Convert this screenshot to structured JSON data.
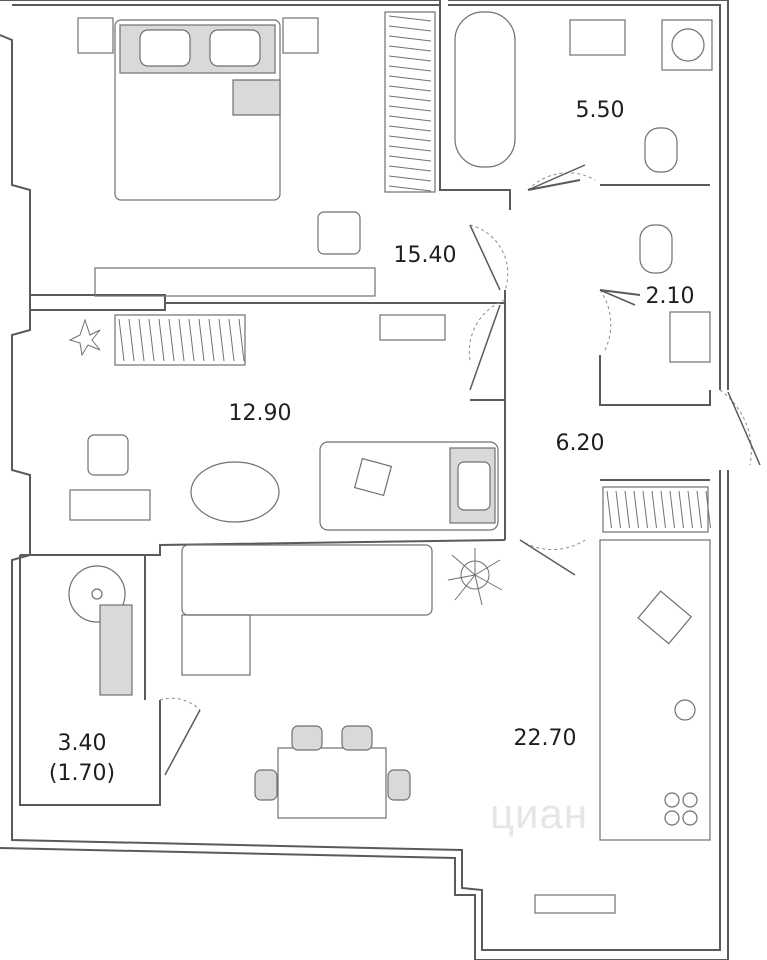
{
  "plan": {
    "rooms": [
      {
        "id": "bedroom",
        "area": "15.40"
      },
      {
        "id": "bathroom",
        "area": "5.50"
      },
      {
        "id": "toilet",
        "area": "2.10"
      },
      {
        "id": "hall",
        "area": "6.20"
      },
      {
        "id": "living",
        "area": "12.90"
      },
      {
        "id": "kitchen",
        "area": "22.70"
      },
      {
        "id": "balcony",
        "area": "3.40",
        "sub": "(1.70)"
      }
    ],
    "watermark": "циан"
  },
  "colors": {
    "wall": "#5a5a5a",
    "fill": "#d9d9d9",
    "line": "#707070",
    "background": "#ffffff"
  }
}
